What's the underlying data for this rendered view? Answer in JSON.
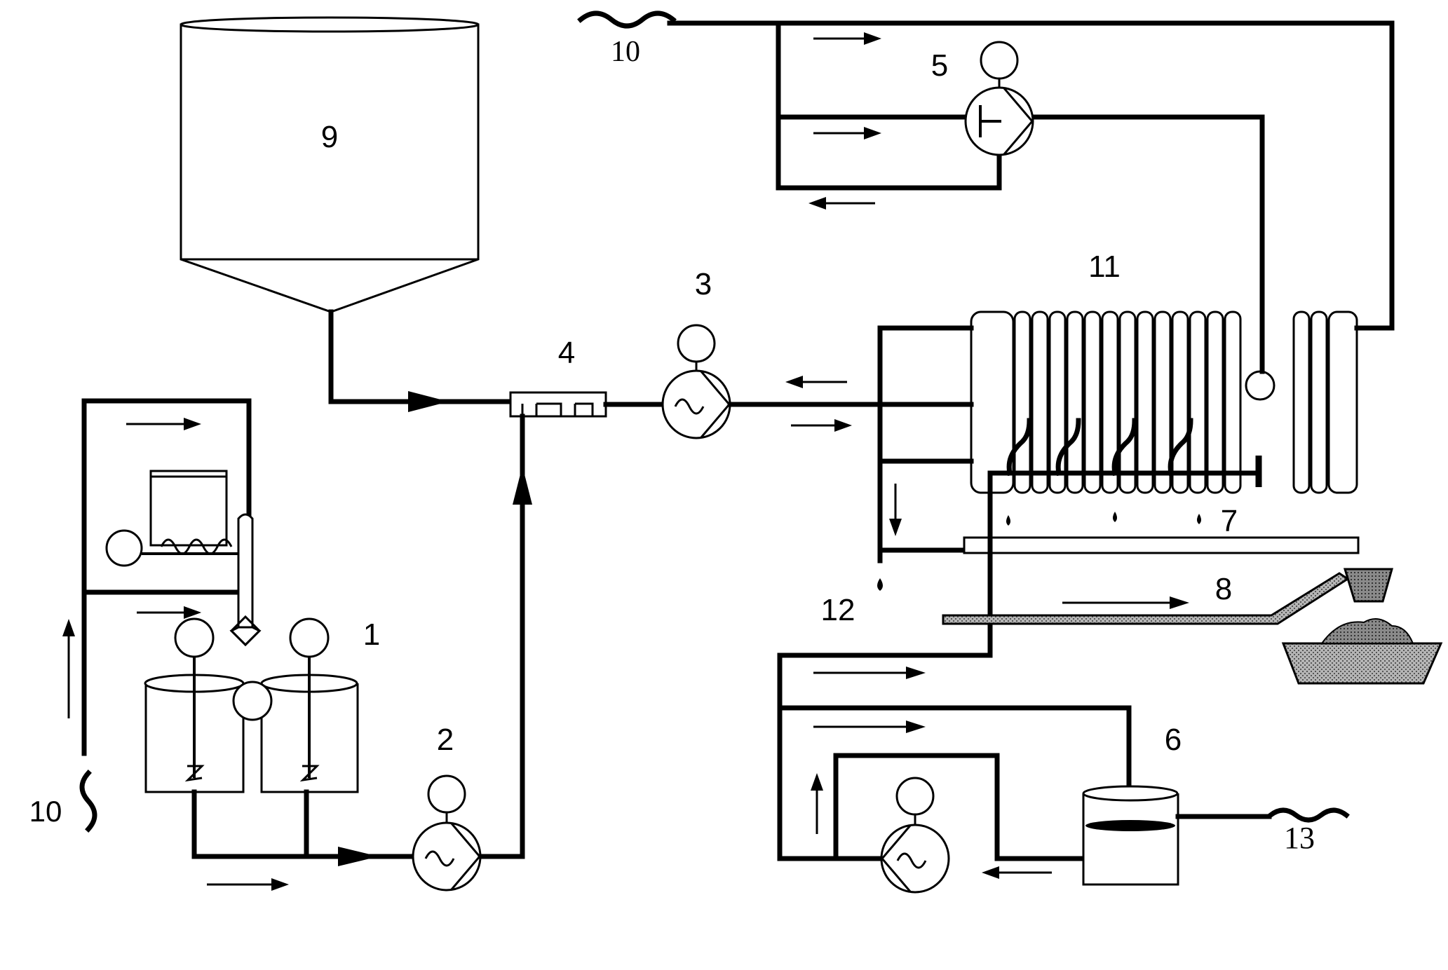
{
  "diagram": {
    "labels": {
      "mixing_tanks": "1",
      "pump_2": "2",
      "pump_3": "3",
      "mixer_4": "4",
      "pump_5": "5",
      "tank_6": "6",
      "filtrate_7": "7",
      "conveyor_8": "8",
      "silo_9": "9",
      "water_in_top": "10",
      "water_in_left": "10",
      "filter_press_11": "11",
      "drain_12": "12",
      "outlet_13": "13"
    },
    "colors": {
      "line": "#000000",
      "background": "#ffffff",
      "shading": "#9a9a9a"
    }
  }
}
